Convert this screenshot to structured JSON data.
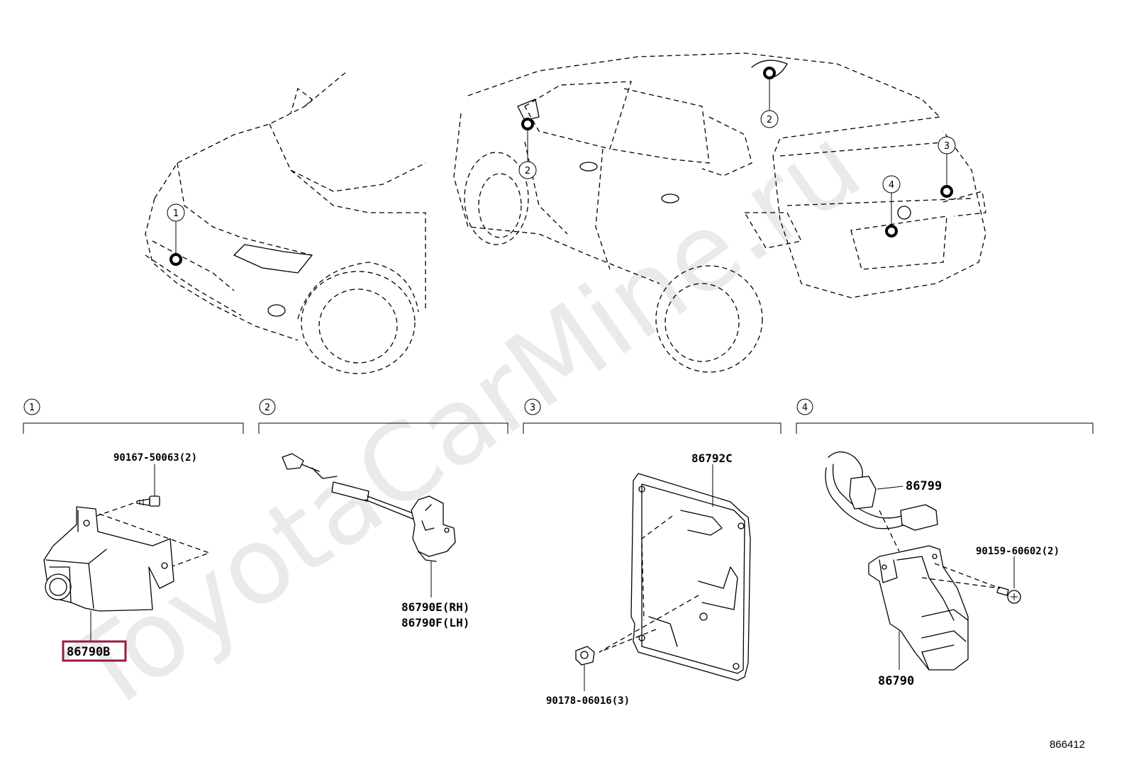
{
  "watermark": "ToyotaCarMine.ru",
  "diagram_id": "866412",
  "callouts": {
    "c1": "1",
    "c2": "2",
    "c3": "3",
    "c4": "4"
  },
  "sections": [
    {
      "number": "1",
      "parts": {
        "screw": "90167-50063(2)",
        "camera": "86790B"
      }
    },
    {
      "number": "2",
      "parts": {
        "camera_rh": "86790E(RH)",
        "camera_lh": "86790F(LH)"
      }
    },
    {
      "number": "3",
      "parts": {
        "bracket": "86792C",
        "nut": "90178-06016(3)"
      }
    },
    {
      "number": "4",
      "parts": {
        "harness": "86799",
        "screw": "90159-60602(2)",
        "camera": "86790"
      }
    }
  ],
  "highlight_color": "#9b1b3a",
  "watermark_color": "#d9d9d9"
}
